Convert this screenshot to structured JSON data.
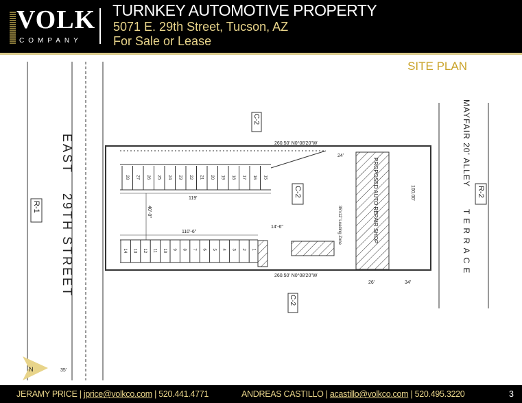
{
  "header": {
    "logo_text": "VOLK",
    "logo_sub": "COMPANY",
    "title": "TURNKEY AUTOMOTIVE PROPERTY",
    "address": "5071 E. 29th Street, Tucson, AZ",
    "status": "For Sale or Lease"
  },
  "plan": {
    "title": "SITE PLAN",
    "street": "EAST 29TH STREET",
    "street_word1": "EAST",
    "street_word2": "29TH",
    "street_word3": "STREET",
    "alley": "MAYFAIR 20' ALLEY",
    "terrace": "TERRACE",
    "zone_r1": "R-1",
    "zone_r2": "R-2",
    "zone_c2": "C-2",
    "building": "PROPOSED AUTO REPAIR SHOP",
    "bearing": "260.50'  N0°08'20\"W",
    "dim_119": "119'",
    "dim_110": "110'-6\"",
    "dim_40": "40'-0\"",
    "dim_14": "14'-6\"",
    "dim_24": "24'",
    "dim_26": "26'",
    "dim_34": "34'",
    "dim_100": "100.00'",
    "dim_35": "35'",
    "loading": "35'x12' Loading Zone",
    "top_stalls": [
      "28",
      "27",
      "26",
      "25",
      "24",
      "23",
      "22",
      "21",
      "20",
      "19",
      "18",
      "17",
      "16",
      "15"
    ],
    "bottom_stalls": [
      "14",
      "13",
      "12",
      "11",
      "10",
      "9",
      "8",
      "7",
      "6",
      "5",
      "4",
      "3",
      "2",
      "1"
    ],
    "north": "N"
  },
  "footer": {
    "agent1_name": "JERAMY PRICE",
    "agent1_email": "jprice@volkco.com",
    "agent1_phone": "520.441.4771",
    "agent2_name": "ANDREAS CASTILLO",
    "agent2_email": "acastillo@volkco.com",
    "agent2_phone": "520.495.3220",
    "sep": "|",
    "page": "3"
  },
  "colors": {
    "gold": "#e8d48a",
    "accent": "#c9a227",
    "background": "#000000"
  }
}
